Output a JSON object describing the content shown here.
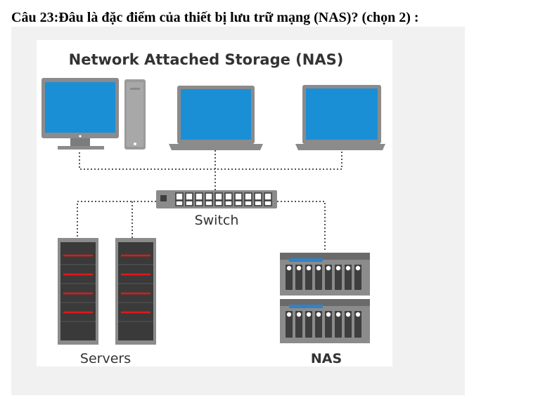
{
  "question": {
    "text": "Câu 23:Đâu là đặc điểm của thiết bị lưu trữ mạng (NAS)? (chọn 2) :"
  },
  "diagram": {
    "title": "Network Attached Storage (NAS)",
    "switch_label": "Switch",
    "servers_label": "Servers",
    "nas_label": "NAS"
  },
  "colors": {
    "screen_blue": "#1a8fd6",
    "device_gray": "#8b8b8b",
    "dark_gray": "#3e3e3e",
    "server_red": "#e0191b",
    "nas_blue": "#2f82c9",
    "link_dots": "#555555"
  },
  "icons": [
    "desktop-monitor-icon",
    "tower-pc-icon",
    "laptop-icon",
    "network-switch-icon",
    "server-rack-icon",
    "nas-unit-icon"
  ]
}
